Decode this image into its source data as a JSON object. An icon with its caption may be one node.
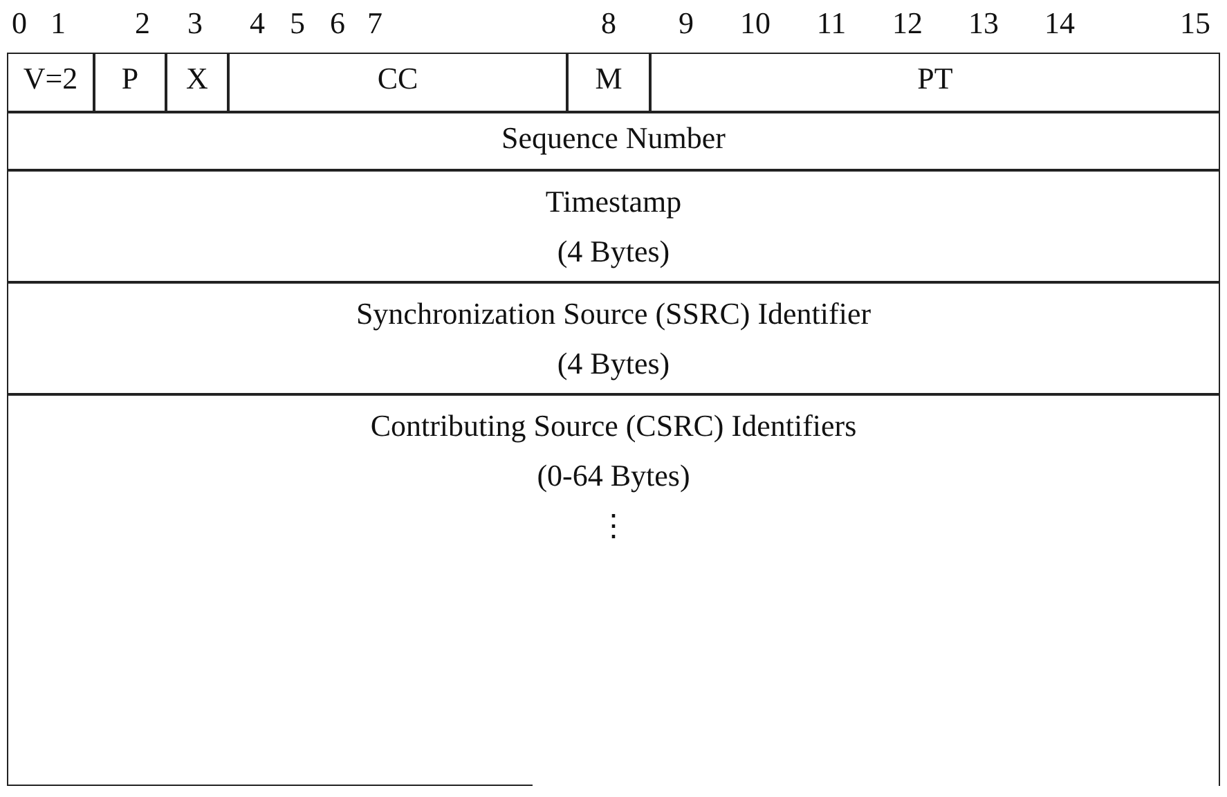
{
  "diagram": {
    "nodes": [
      {
        "text": [
          "V=2"
        ]
      },
      {
        "text": [
          "P"
        ]
      },
      {
        "text": [
          "X"
        ]
      },
      {
        "text": [
          "CC"
        ]
      },
      {
        "text": [
          "M"
        ]
      },
      {
        "text": [
          "PT"
        ]
      },
      {
        "text": [
          "Sequence Number"
        ]
      },
      {
        "text": [
          "Timestamp",
          "(4 Bytes)"
        ]
      },
      {
        "text": [
          "Synchronization Source (SSRC) Identifier",
          "(4 Bytes)"
        ]
      },
      {
        "text": [
          "Contributing Source (CSRC) Identifiers",
          "(0-64 Bytes)",
          "⋮"
        ]
      }
    ],
    "edges": [],
    "labels": [
      "0",
      "1",
      "2",
      "3",
      "4",
      "5",
      "6",
      "7",
      "8",
      "9",
      "10",
      "11",
      "12",
      "13",
      "14",
      "15"
    ]
  }
}
